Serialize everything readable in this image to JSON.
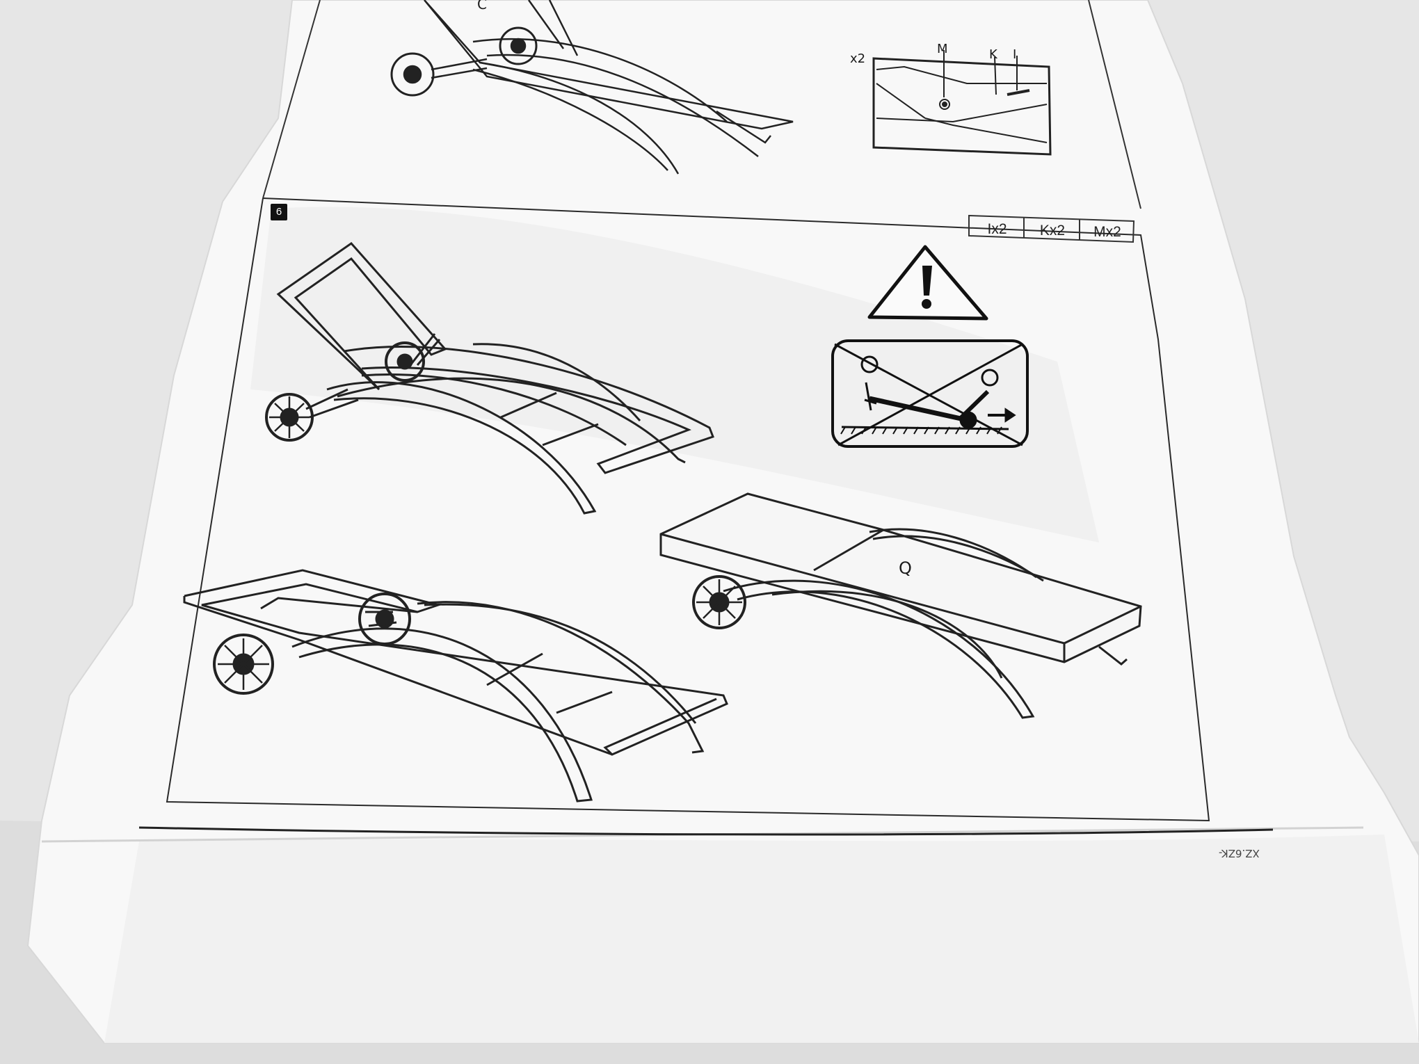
{
  "document": {
    "step_number": "6",
    "parts_needed": [
      "Ix2",
      "Kx2",
      "Mx2"
    ],
    "top_detail": {
      "quantity_label": "x2",
      "callouts": [
        "M",
        "K",
        "I"
      ],
      "partial_letter": "C"
    },
    "cushion_label": "Q",
    "footer_code": "XZ.6ZK-",
    "warning_icon": "exclamation-triangle-icon",
    "prohibited_icon": "crossed-out-lifting-icon"
  },
  "colors": {
    "paper": "#f7f7f7",
    "background": "#e9e9e9",
    "ink": "#1a1a1a"
  }
}
